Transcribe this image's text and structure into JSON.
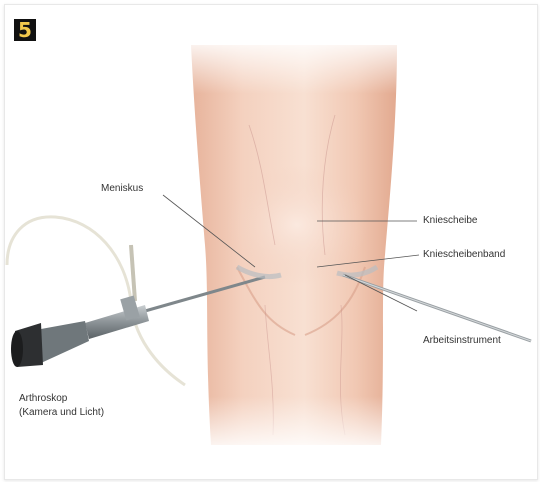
{
  "step_badge": "5",
  "labels": {
    "meniskus": "Meniskus",
    "kniescheibe": "Kniescheibe",
    "kniescheibenband": "Kniescheibenband",
    "arbeitsinstrument": "Arbeitsinstrument",
    "arthroskop_line1": "Arthroskop",
    "arthroskop_line2": "(Kamera und Licht)"
  },
  "colors": {
    "skin": "#f1c9b4",
    "skin_shadow": "#dfa78e",
    "badge_bg": "#111111",
    "badge_fg": "#f2c94c",
    "instrument": "#8d9499"
  }
}
